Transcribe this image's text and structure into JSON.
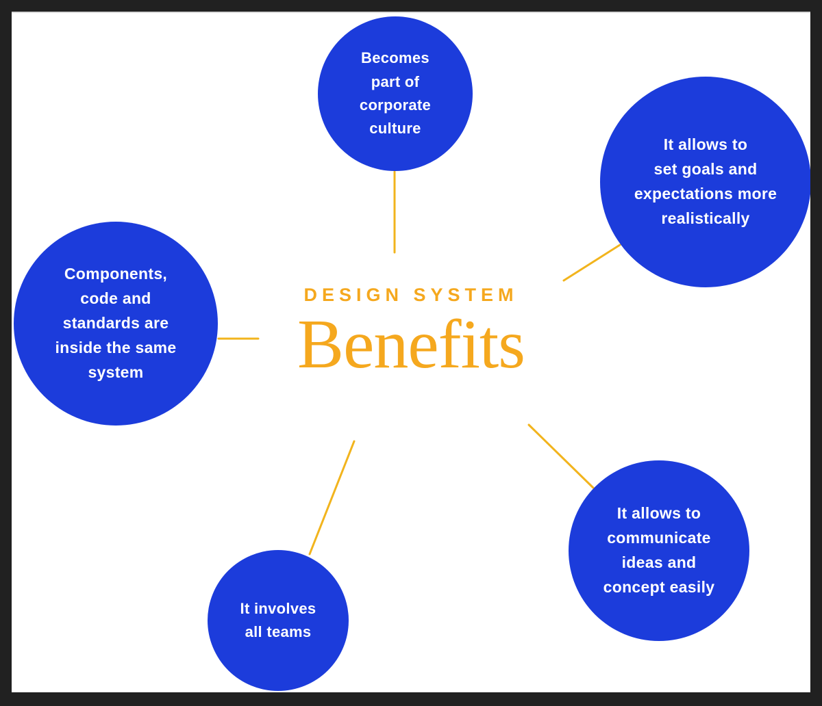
{
  "diagram": {
    "eyebrow": "DESIGN SYSTEM",
    "title": "Benefits"
  },
  "colors": {
    "node_fill": "#1c3cdb",
    "node_text": "#ffffff",
    "connector": "#f2b41d",
    "accent": "#f5a81e",
    "frame": "#212121",
    "canvas_bg": "#ffffff"
  },
  "nodes": [
    {
      "id": "corporate-culture",
      "text": "Becomes\npart of\ncorporate\nculture"
    },
    {
      "id": "goals-expectations",
      "text": "It allows to\nset goals and\nexpectations more\nrealistically"
    },
    {
      "id": "same-system",
      "text": "Components,\ncode and\nstandards are\ninside the same\nsystem"
    },
    {
      "id": "communicate-ideas",
      "text": "It allows to\ncommunicate\nideas and\nconcept easily"
    },
    {
      "id": "involves-teams",
      "text": "It involves\nall teams"
    }
  ]
}
